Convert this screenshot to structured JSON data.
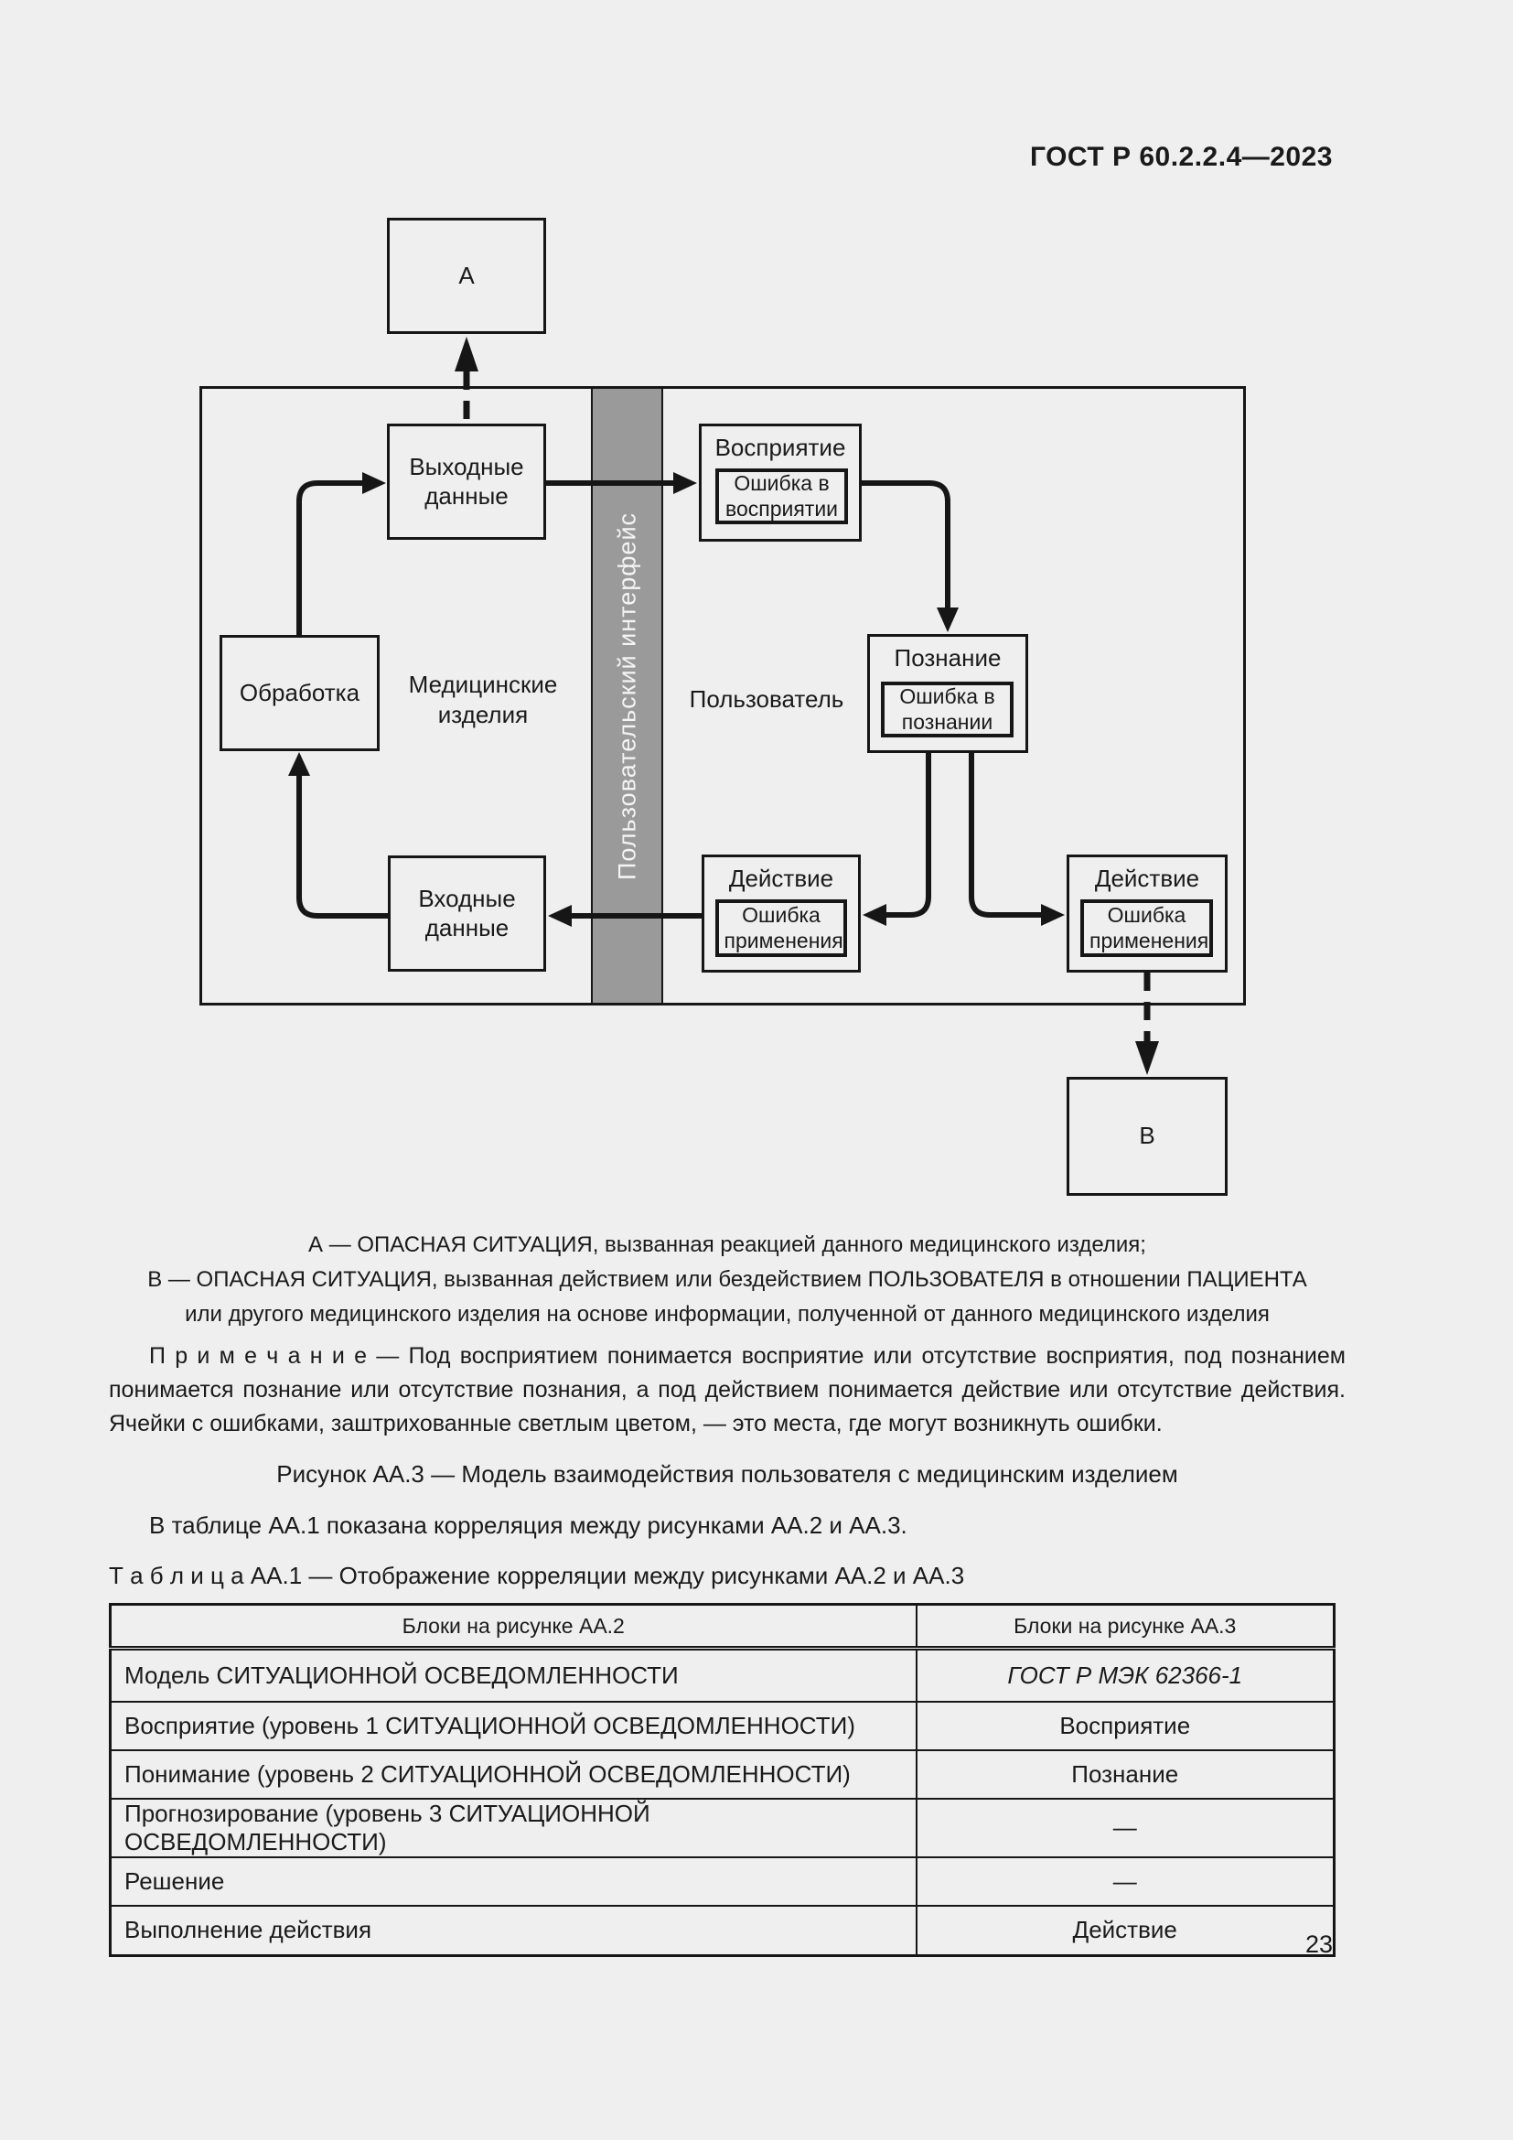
{
  "page": {
    "header": "ГОСТ Р 60.2.2.4—2023",
    "number": "23"
  },
  "colors": {
    "background": "#efefef",
    "line": "#161616",
    "band_gray": "#9a9a9a",
    "band_text": "#f4f4f4"
  },
  "diagram": {
    "box_a": "А",
    "box_b": "В",
    "output_data": "Выходные данные",
    "input_data": "Входные данные",
    "processing": "Обработка",
    "perception_title": "Восприятие",
    "perception_error": "Ошибка в восприятии",
    "cognition_title": "Познание",
    "cognition_error": "Ошибка в познании",
    "action_left_title": "Действие",
    "action_left_error": "Ошибка применения",
    "action_right_title": "Действие",
    "action_right_error": "Ошибка применения",
    "medical_devices": "Медицинские изделия",
    "user": "Пользователь",
    "ui_band": "Пользовательский интерфейс"
  },
  "legend": {
    "line1": "А — ОПАСНАЯ СИТУАЦИЯ, вызванная реакцией данного медицинского изделия;",
    "line2": "В — ОПАСНАЯ СИТУАЦИЯ, вызванная действием или бездействием ПОЛЬЗОВАТЕЛЯ в отношении ПАЦИЕНТА",
    "line3": "или другого медицинского изделия на основе информации, полученной от данного медицинского изделия"
  },
  "note": "П р и м е ч а н и е  — Под восприятием понимается восприятие или отсутствие восприятия, под познанием понимается познание или отсутствие познания, а под действием понимается действие или отсутствие действия. Ячейки с ошибками, заштрихованные светлым цветом, — это места, где могут возникнуть ошибки.",
  "figure_caption": "Рисунок АА.3 — Модель взаимодействия пользователя с медицинским изделием",
  "paragraph": "В таблице АА.1 показана корреляция между рисунками АА.2 и АА.3.",
  "table_caption": "Т а б л и ц а  АА.1 — Отображение корреляции между рисунками АА.2 и АА.3",
  "table": {
    "headers": [
      "Блоки на рисунке АА.2",
      "Блоки на рисунке АА.3"
    ],
    "rows": [
      [
        "Модель СИТУАЦИОННОЙ ОСВЕДОМЛЕННОСТИ",
        "ГОСТ Р МЭК 62366-1"
      ],
      [
        "Восприятие (уровень 1 СИТУАЦИОННОЙ ОСВЕДОМЛЕННОСТИ)",
        "Восприятие"
      ],
      [
        "Понимание (уровень 2 СИТУАЦИОННОЙ ОСВЕДОМЛЕННОСТИ)",
        "Познание"
      ],
      [
        "Прогнозирование (уровень 3 СИТУАЦИОННОЙ ОСВЕДОМЛЕННОСТИ)",
        "—"
      ],
      [
        "Решение",
        "—"
      ],
      [
        "Выполнение действия",
        "Действие"
      ]
    ]
  }
}
